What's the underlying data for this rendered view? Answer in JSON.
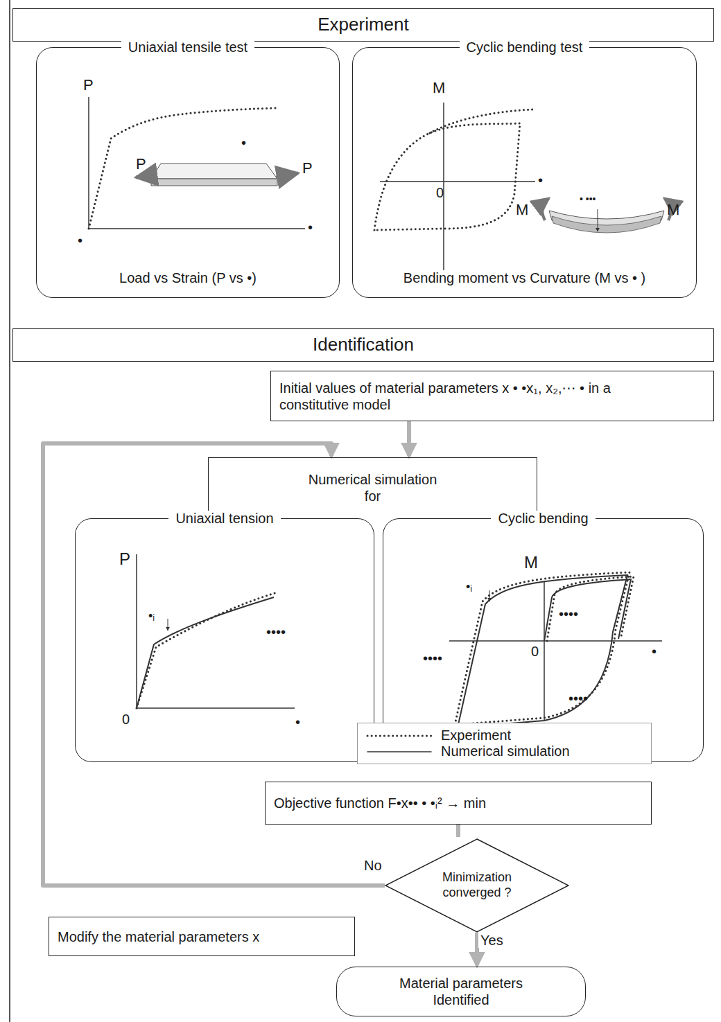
{
  "diagram": {
    "nodes": [
      {
        "text": [
          "Experiment"
        ]
      },
      {
        "text": [
          "Uniaxial tensile test",
          "Load vs Strain (P vs •)"
        ]
      },
      {
        "text": [
          "Cyclic bending test",
          "Bending moment vs Curvature (M vs • )"
        ]
      },
      {
        "text": [
          "Identification"
        ]
      },
      {
        "text": [
          "Initial values of material parameters x • •x₁, x₂,⋯ • in a constitutive model"
        ]
      },
      {
        "text": [
          "Numerical simulation for"
        ]
      },
      {
        "text": [
          "Uniaxial tension"
        ]
      },
      {
        "text": [
          "Cyclic bending"
        ]
      },
      {
        "text": [
          "Objective function F•x•• • •ᵢ² → min"
        ]
      },
      {
        "text": [
          "Minimization converged ?"
        ]
      },
      {
        "text": [
          "Modify the material parameters x"
        ]
      },
      {
        "text": [
          "Material parameters Identified"
        ]
      }
    ],
    "edges": [
      {
        "from": 4,
        "to": 5,
        "arrow": "to"
      },
      {
        "from": 8,
        "to": 9,
        "arrow": "none"
      },
      {
        "from": 9,
        "to": 5,
        "label": "No",
        "arrow": "to"
      },
      {
        "from": 9,
        "to": 11,
        "label": "Yes",
        "arrow": "to"
      }
    ],
    "labels": [
      "P",
      "•",
      "P",
      "P",
      "•",
      "•",
      "M",
      "0",
      "•",
      "• •••",
      "M",
      "M",
      "P",
      "•ᵢ",
      "••••",
      "0",
      "•",
      "M",
      "•ᵢ",
      "••••",
      "0",
      "••••",
      "•",
      "••••"
    ],
    "legend": [
      {
        "text": "Experiment"
      },
      {
        "text": "Numerical simulation"
      }
    ]
  }
}
